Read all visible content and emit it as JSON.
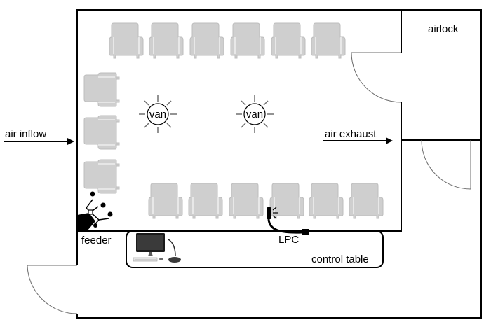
{
  "labels": {
    "airlock": "airlock",
    "air_inflow": "air inflow",
    "air_exhaust": "air exhaust",
    "feeder": "feeder",
    "lpc": "LPC",
    "control_table": "control table",
    "van": "van"
  },
  "colors": {
    "line": "#000000",
    "chair_fill": "#cfcfcf",
    "chair_stroke": "#bdbdbd",
    "door_line": "#6b6b6b",
    "ray": "#6f6f6f"
  },
  "icons": {
    "chair": "armchair-icon",
    "fan": "fan-icon",
    "feeder": "feeder-icon",
    "lpc": "lpc-sampler-icon",
    "computer": "computer-icon",
    "microphone": "microphone-icon"
  },
  "counts": {
    "top_chairs": 6,
    "bottom_chairs": 6,
    "left_chairs": 3
  }
}
